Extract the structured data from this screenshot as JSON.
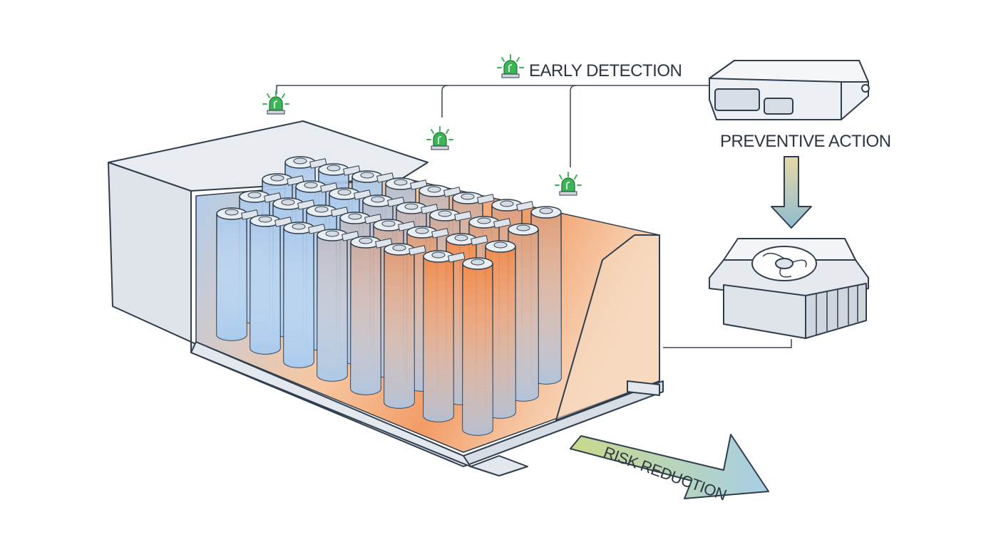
{
  "labels": {
    "early_detection": "EARLY DETECTION",
    "preventive_action": "PREVENTIVE ACTION",
    "risk_reduction": "RISK REDUCTION"
  },
  "colors": {
    "alarm_green": "#3cb556",
    "cool_cell": "#a9c8ea",
    "hot_cell": "#f08a4b",
    "outline": "#2f3d4c",
    "casing": "#e3e8ee"
  },
  "icons": [
    "alarm-beacon-icon",
    "controller-unit-icon",
    "cooling-fan-icon",
    "down-arrow-icon",
    "risk-reduction-arrow-icon"
  ]
}
